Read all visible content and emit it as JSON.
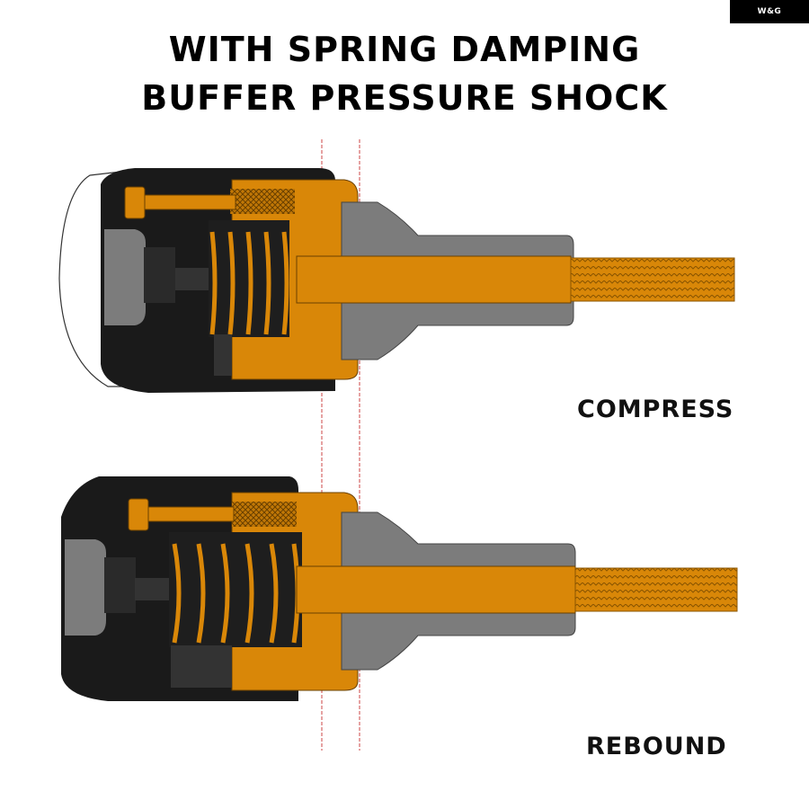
{
  "brand": {
    "text": "W&G"
  },
  "title": {
    "line1": "WITH SPRING DAMPING",
    "line2": "BUFFER PRESSURE SHOCK"
  },
  "states": {
    "compress": "COMPRESS",
    "rebound": "REBOUND"
  },
  "colors": {
    "orange": "#D98708",
    "black": "#1a1a1a",
    "gray": "#7c7c7c",
    "light_gray": "#b4b4b4",
    "reference_line": "#cc4444"
  }
}
